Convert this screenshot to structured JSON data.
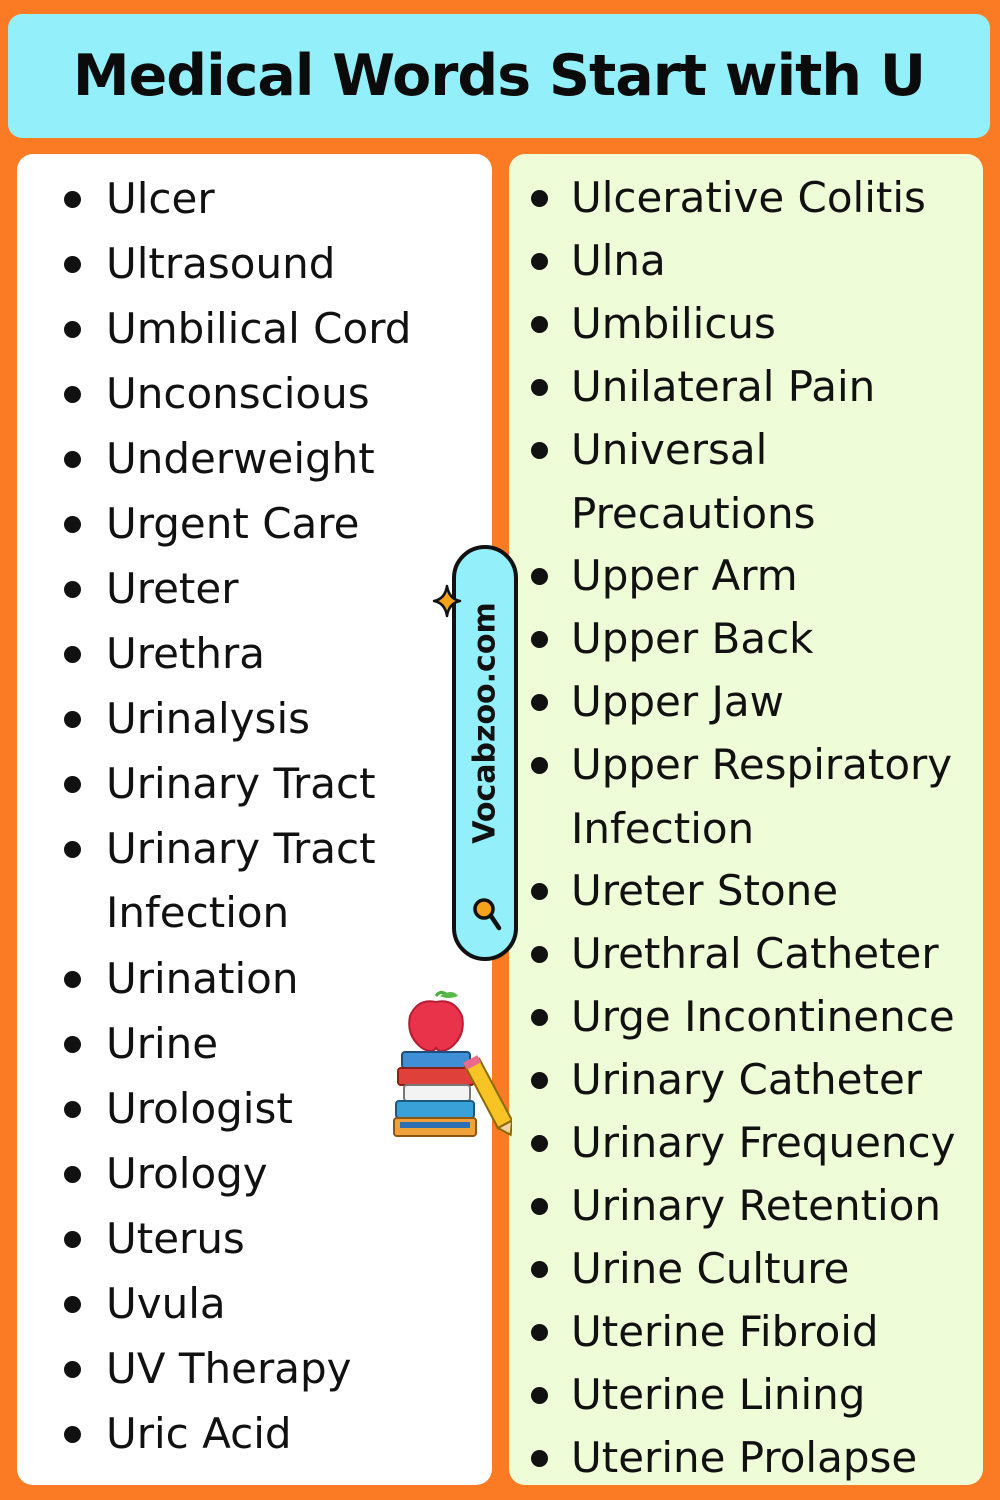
{
  "title": "Medical Words Start with U",
  "brand": "Vocabzoo.com",
  "left_column": [
    {
      "line1": "Ulcer"
    },
    {
      "line1": "Ultrasound"
    },
    {
      "line1": "Umbilical Cord"
    },
    {
      "line1": "Unconscious"
    },
    {
      "line1": "Underweight"
    },
    {
      "line1": "Urgent Care"
    },
    {
      "line1": "Ureter"
    },
    {
      "line1": "Urethra"
    },
    {
      "line1": "Urinalysis"
    },
    {
      "line1": "Urinary Tract"
    },
    {
      "line1": "Urinary Tract",
      "line2": "Infection"
    },
    {
      "line1": "Urination"
    },
    {
      "line1": "Urine"
    },
    {
      "line1": "Urologist"
    },
    {
      "line1": "Urology"
    },
    {
      "line1": "Uterus"
    },
    {
      "line1": "Uvula"
    },
    {
      "line1": "UV Therapy"
    },
    {
      "line1": "Uric Acid"
    }
  ],
  "right_column": [
    {
      "line1": "Ulcerative Colitis"
    },
    {
      "line1": "Ulna"
    },
    {
      "line1": "Umbilicus"
    },
    {
      "line1": "Unilateral Pain"
    },
    {
      "line1": "Universal",
      "line2": "Precautions"
    },
    {
      "line1": "Upper Arm"
    },
    {
      "line1": "Upper Back"
    },
    {
      "line1": "Upper Jaw"
    },
    {
      "line1": "Upper Respiratory",
      "line2": "Infection"
    },
    {
      "line1": "Ureter Stone"
    },
    {
      "line1": "Urethral Catheter"
    },
    {
      "line1": "Urge Incontinence"
    },
    {
      "line1": "Urinary Catheter"
    },
    {
      "line1": "Urinary Frequency"
    },
    {
      "line1": "Urinary Retention"
    },
    {
      "line1": "Urine Culture"
    },
    {
      "line1": "Uterine Fibroid"
    },
    {
      "line1": "Uterine Lining"
    },
    {
      "line1": "Uterine Prolapse"
    }
  ],
  "colors": {
    "background": "#fb7a24",
    "title_box": "#93f0fb",
    "left_panel": "#ffffff",
    "right_panel": "#eefcd8"
  },
  "icons": [
    "magnifier-icon",
    "sparkle-icon",
    "apple-books-pencil-icon"
  ]
}
